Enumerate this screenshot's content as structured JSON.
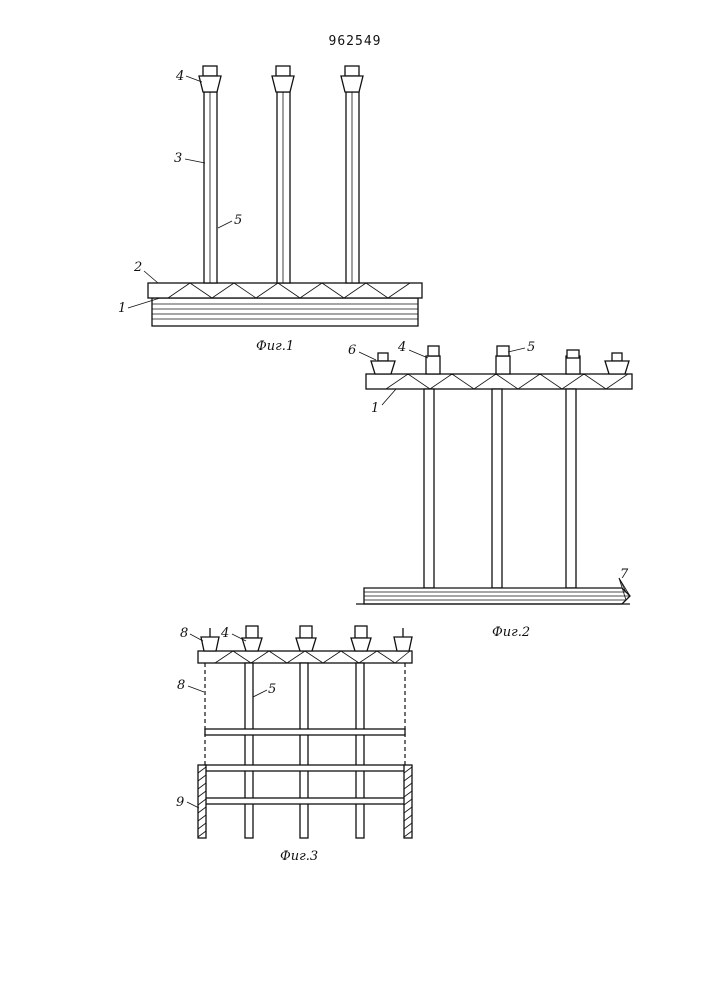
{
  "patent_number": "962549",
  "figures": [
    {
      "caption": "Фиг.1",
      "labels": [
        "1",
        "2",
        "3",
        "4",
        "5"
      ]
    },
    {
      "caption": "Фиг.2",
      "labels": [
        "1",
        "4",
        "5",
        "6",
        "7"
      ]
    },
    {
      "caption": "Фиг.3",
      "labels": [
        "4",
        "5",
        "8",
        "8",
        "9"
      ]
    }
  ]
}
